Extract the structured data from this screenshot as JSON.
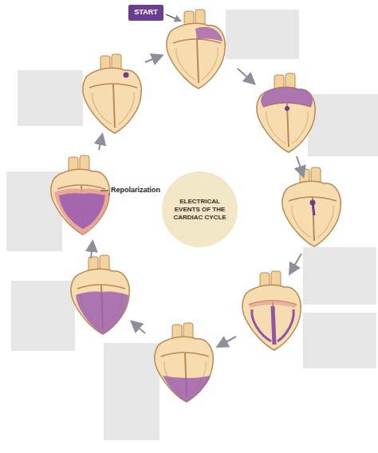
{
  "diagram": {
    "nodes": [
      {
        "text": [
          "START"
        ]
      },
      {
        "text": [
          "ELECTRICAL EVENTS OF THE CARDIAC CYCLE"
        ]
      }
    ],
    "labels": [
      "Repolarization"
    ]
  }
}
